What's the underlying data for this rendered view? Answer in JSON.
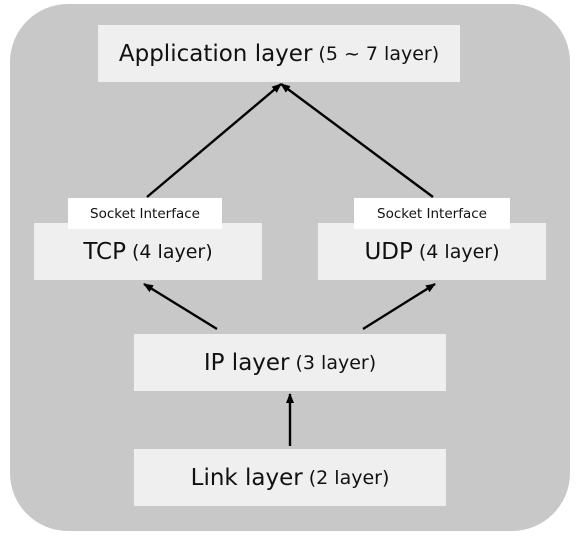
{
  "layers": {
    "application": {
      "name": "Application layer",
      "number": "(5 ~ 7 layer)"
    },
    "tcp": {
      "name": "TCP",
      "number": "(4 layer)"
    },
    "udp": {
      "name": "UDP",
      "number": "(4 layer)"
    },
    "ip": {
      "name": "IP layer",
      "number": "(3 layer)"
    },
    "link": {
      "name": "Link layer",
      "number": "(2 layer)"
    }
  },
  "socket_labels": {
    "tcp": "Socket Interface",
    "udp": "Socket Interface"
  },
  "colors": {
    "panel": "#c8c8c8",
    "box": "#efefef",
    "label_box": "#ffffff",
    "arrow": "#000000"
  }
}
